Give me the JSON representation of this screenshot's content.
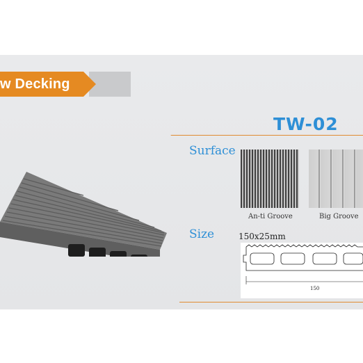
{
  "banner": {
    "title": "w Decking"
  },
  "product": {
    "model": "TW-02",
    "surface_label": "Surface",
    "size_label": "Size",
    "surfaces": [
      {
        "name": "An-ti Groove"
      },
      {
        "name": "Big Groove"
      }
    ],
    "dimensions": "150x25mm",
    "drawing_width_label": "150"
  },
  "colors": {
    "accent_orange": "#e58a22",
    "title_blue": "#2e8fd6",
    "banner_grey": "#c9cacc",
    "board_grey": "#6e6e6e"
  }
}
